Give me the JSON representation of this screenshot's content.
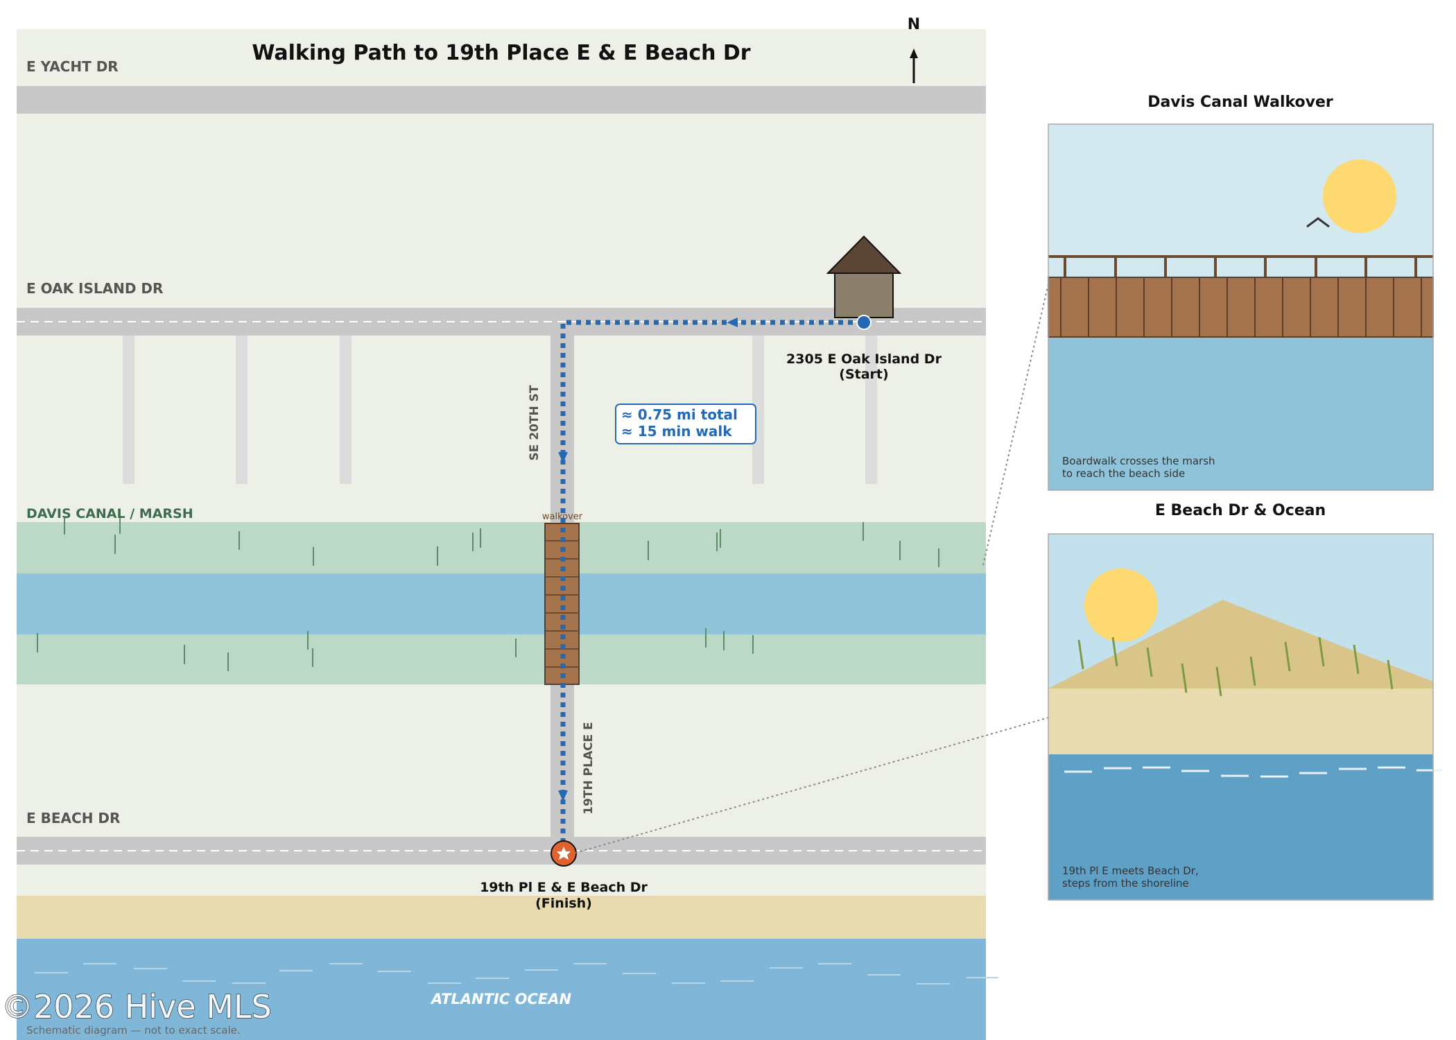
{
  "title": "Walking Path to 19th Place E & E Beach Dr",
  "north_label": "N",
  "streets": {
    "yacht": "E YACHT DR",
    "oak_island": "E OAK ISLAND DR",
    "beach": "E BEACH DR",
    "se20th": "SE 20TH ST",
    "place19": "19TH PLACE E"
  },
  "canal_label": "DAVIS CANAL / MARSH",
  "walkover_label": "walkover",
  "ocean_label": "ATLANTIC OCEAN",
  "start": {
    "line1": "2305 E Oak Island Dr",
    "line2": "(Start)"
  },
  "finish": {
    "line1": "19th Pl E & E Beach Dr",
    "line2": "(Finish)"
  },
  "distance": {
    "line1": "≈ 0.75 mi total",
    "line2": "≈ 15 min walk"
  },
  "watermark": "©2026 Hive MLS",
  "footnote": "Schematic diagram — not to exact scale.",
  "inset_walkover": {
    "title": "Davis Canal Walkover",
    "caption_line1": "Boardwalk crosses the marsh",
    "caption_line2": "to reach the beach side"
  },
  "inset_beach": {
    "title": "E Beach Dr & Ocean",
    "caption_line1": "19th Pl E meets Beach Dr,",
    "caption_line2": "steps from the shoreline"
  },
  "colors": {
    "land": "#edf0e6",
    "road": "#c8c8c8",
    "side_street": "#dcdcdc",
    "marsh": "#bcd9c7",
    "canal": "#8fc3d9",
    "sand": "#e8dbb0",
    "ocean": "#80b7d8",
    "route": "#2469b3",
    "finish_marker": "#e0622f",
    "boardwalk": "#a6744c",
    "house": "#8a7f6b",
    "roof": "#5b4535",
    "sun": "#fed870",
    "sky": "#d3e8ef"
  },
  "icons": [
    "north-arrow-icon",
    "house-icon",
    "start-marker-icon",
    "finish-star-icon",
    "sun-icon",
    "bird-icon",
    "direction-arrow-icon"
  ]
}
